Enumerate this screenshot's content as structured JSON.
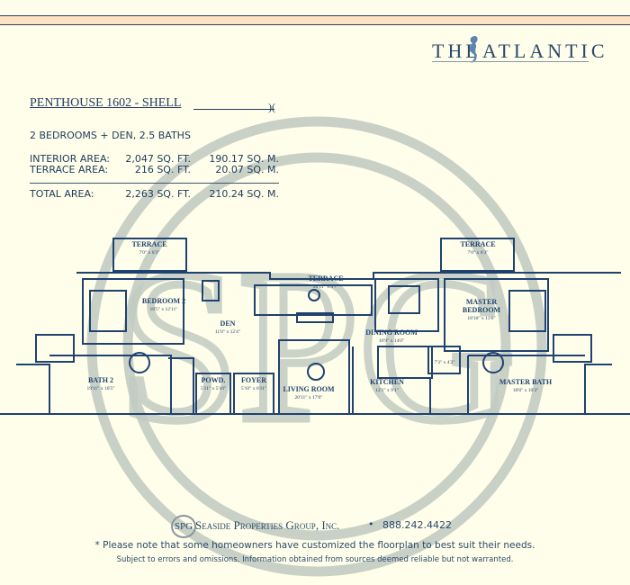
{
  "header": {
    "logo_the": "THE",
    "logo_name": "ATLANTIC",
    "band_color": "#fde3c2"
  },
  "unit": {
    "title": "PENTHOUSE 1602 - SHELL",
    "ornament": ")(",
    "summary": "2 BEDROOMS + DEN, 2.5 BATHS",
    "areas": [
      {
        "label": "INTERIOR AREA:",
        "sqft": "2,047 SQ. FT.",
        "sqm": "190.17 SQ. M."
      },
      {
        "label": "TERRACE AREA:",
        "sqft": "216 SQ. FT.",
        "sqm": "20.07 SQ. M."
      }
    ],
    "total": {
      "label": "TOTAL AREA:",
      "sqft": "2,263 SQ. FT.",
      "sqm": "210.24 SQ. M."
    }
  },
  "floorplan": {
    "watermark": "SPG",
    "line_color": "#1f4270",
    "watermark_color": "#c3ccc3",
    "rooms": [
      {
        "name": "TERRACE",
        "dims": "7'0\" x 6'3\""
      },
      {
        "name": "BEDROOM 2",
        "dims": "18'5\" x 12'11\""
      },
      {
        "name": "DEN",
        "dims": "11'0\" x 12'4\""
      },
      {
        "name": "TERRACE",
        "dims": "20'11\" x 5'7\""
      },
      {
        "name": "DINING ROOM",
        "dims": "10'9\" x 14'0\""
      },
      {
        "name": "MASTER BEDROOM",
        "name_line1": "MASTER",
        "name_line2": "BEDROOM",
        "dims": "18'10\" x 13'0\""
      },
      {
        "name": "TERRACE",
        "dims": "7'0\" x 6'3\""
      },
      {
        "name": "BATH 2",
        "dims": "19'11\" x 10'5\""
      },
      {
        "name": "POWD.",
        "dims": "5'11\" x 5'10\""
      },
      {
        "name": "FOYER",
        "dims": "5'10\" x 6'11\""
      },
      {
        "name": "LIVING ROOM",
        "dims": "20'11\" x 17'0\""
      },
      {
        "name": "KITCHEN",
        "dims": "12'1\" x 9'1\""
      },
      {
        "name": "",
        "dims": "7'3\" x 4'2\""
      },
      {
        "name": "MASTER BATH",
        "dims": "18'8\" x 10'3\""
      }
    ]
  },
  "footer": {
    "badge": "SPG",
    "company": "Seaside Properties Group, Inc.",
    "separator": "•",
    "phone": "888.242.4422",
    "note": "* Please note that some homeowners have customized the floorplan to best suit their needs.",
    "disclaimer": "Subject to errors and omissions. Information obtained from sources deemed reliable but not warranted."
  }
}
